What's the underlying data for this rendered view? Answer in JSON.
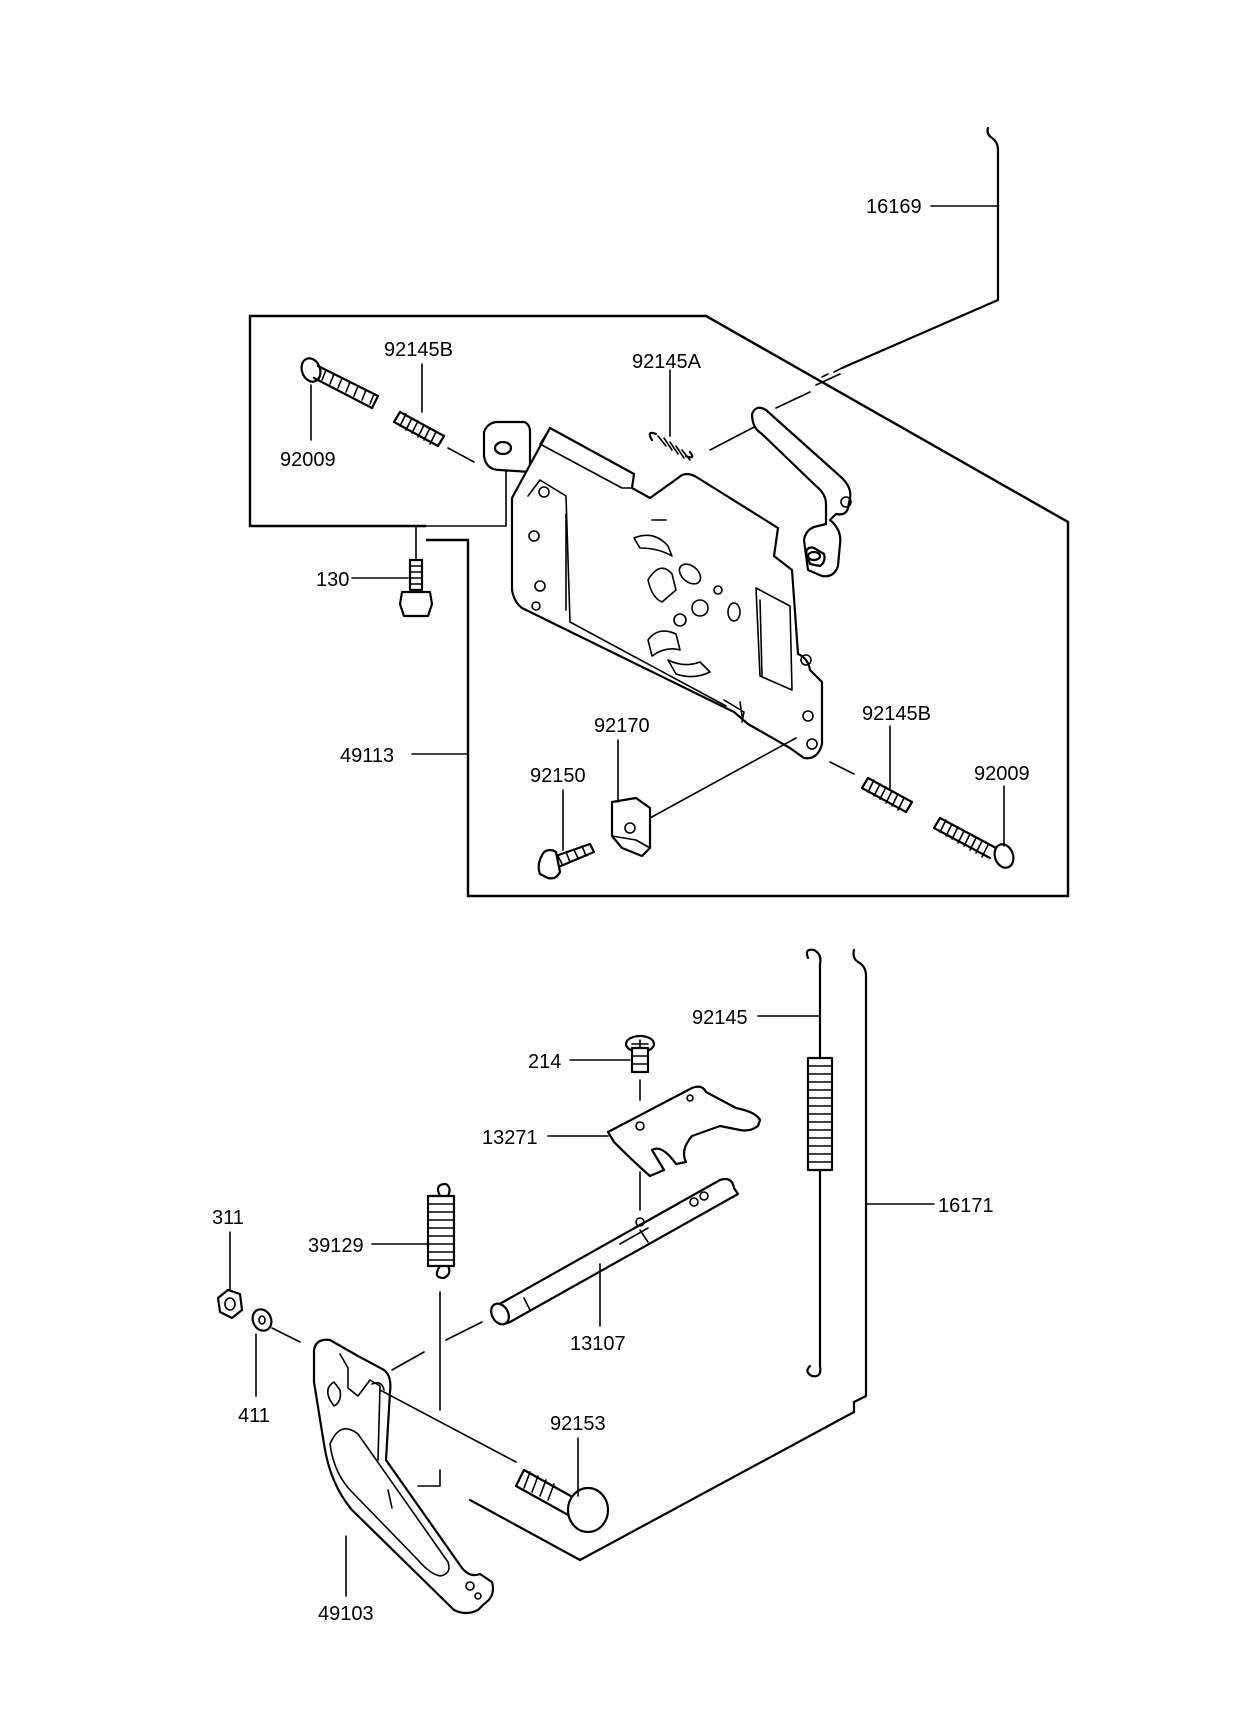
{
  "labels": {
    "p16169": "16169",
    "p92145B_top": "92145B",
    "p92145A": "92145A",
    "p92009_top": "92009",
    "p130": "130",
    "p49113": "49113",
    "p92170": "92170",
    "p92150": "92150",
    "p92145B_right": "92145B",
    "p92009_right": "92009",
    "p92145": "92145",
    "p214": "214",
    "p13271": "13271",
    "p16171": "16171",
    "p311": "311",
    "p39129": "39129",
    "p13107": "13107",
    "p411": "411",
    "p92153": "92153",
    "p49103": "49103"
  }
}
